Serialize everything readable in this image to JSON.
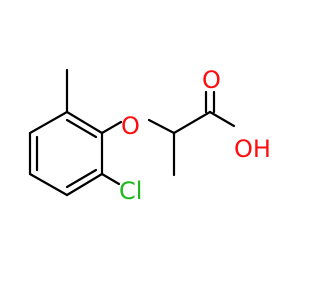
{
  "molecule": {
    "atoms": {
      "oxygen_ether": {
        "symbol": "O",
        "color": "#ff0d0d"
      },
      "oxygen_carbonyl": {
        "symbol": "O",
        "color": "#ff0d0d"
      },
      "hydroxyl": {
        "symbol": "OH",
        "color": "#ff0d0d"
      },
      "chlorine": {
        "symbol": "Cl",
        "color": "#1fb81f"
      }
    },
    "bond_color": "#000000"
  }
}
